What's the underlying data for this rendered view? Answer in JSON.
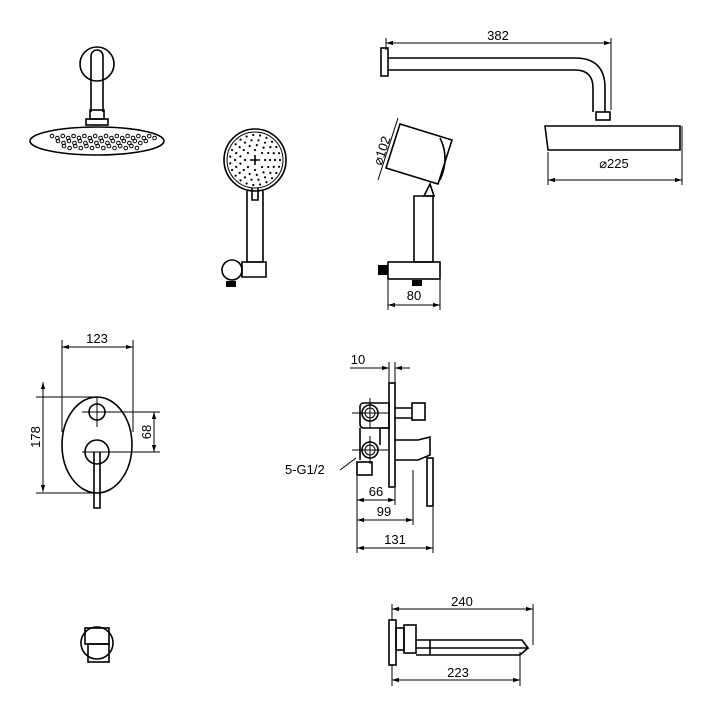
{
  "drawing": {
    "title": "Shower system dimension drawing",
    "line_color": "#000000",
    "background": "#ffffff"
  },
  "dimensions": {
    "arm_length": "382",
    "handshower_diameter": "⌀102",
    "rain_head_diameter": "⌀225",
    "holder_depth": "80",
    "plate_width": "123",
    "plate_height": "178",
    "handle_spacing": "68",
    "plate_thickness": "10",
    "connections": "5-G1/2",
    "valve_depth_66": "66",
    "valve_depth_99": "99",
    "valve_depth_131": "131",
    "spout_length_240": "240",
    "spout_length_223": "223"
  }
}
